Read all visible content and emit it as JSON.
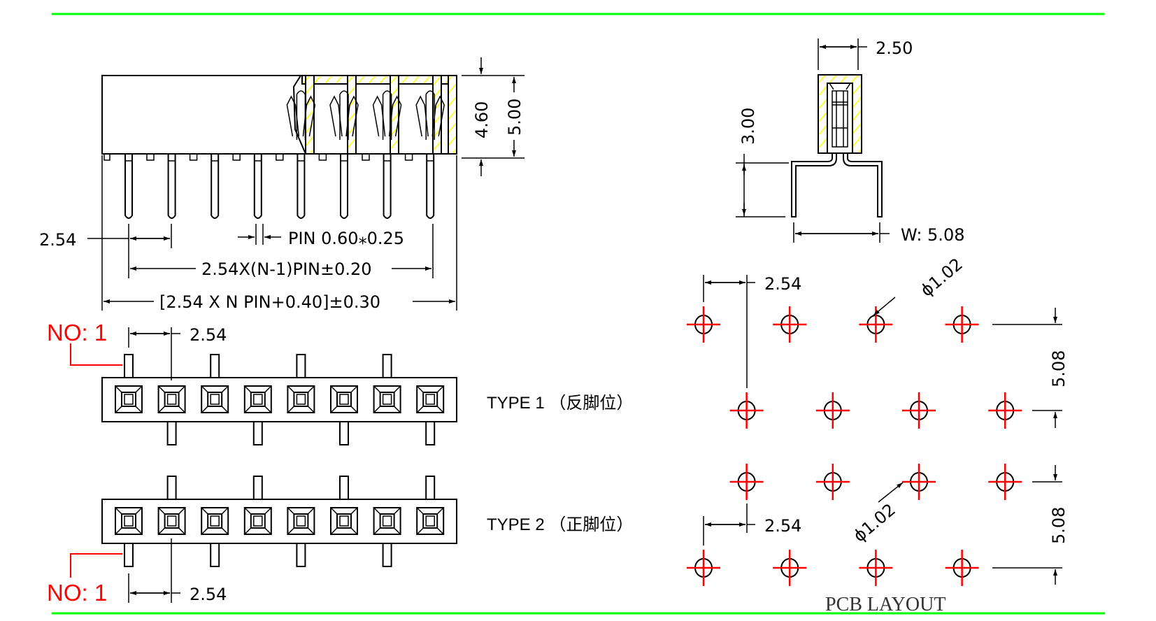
{
  "drawing": {
    "colors": {
      "border_line": "#00ff00",
      "outline": "#000000",
      "pin1_marker": "#ff0000",
      "hatch": "#ffff00",
      "crosshair": "#ff0000"
    },
    "front_view": {
      "dim_height_body": "4.60",
      "dim_height_total": "5.00",
      "dim_pitch": "2.54",
      "dim_pin_size": "PIN  0.60⁎0.25",
      "dim_span": "2.54X(N-1)PIN±0.20",
      "dim_overall": "[2.54  X  N  PIN+0.40]±0.30",
      "pin_count": 8
    },
    "side_view": {
      "dim_width": "2.50",
      "dim_pin_length": "3.00",
      "dim_row_spacing": "W:  5.08"
    },
    "type1": {
      "pin1_label": "NO: 1",
      "dim_pitch": "2.54",
      "label": "TYPE 1 （反脚位）",
      "top_pins": [
        1,
        3,
        5,
        7
      ],
      "bottom_pins": [
        2,
        4,
        6,
        8
      ]
    },
    "type2": {
      "pin1_label": "NO: 1",
      "dim_pitch": "2.54",
      "label": "TYPE 2 （正脚位）",
      "top_pins": [
        2,
        4,
        6,
        8
      ],
      "bottom_pins": [
        1,
        3,
        5,
        7
      ]
    },
    "pcb_layout": {
      "title": "PCB  LAYOUT",
      "dim_pitch_top": "2.54",
      "dim_hole_top": "ϕ1.02",
      "dim_row_top": "5.08",
      "dim_pitch_bottom": "2.54",
      "dim_hole_bottom": "ϕ1.02",
      "dim_row_bottom": "5.08"
    }
  }
}
